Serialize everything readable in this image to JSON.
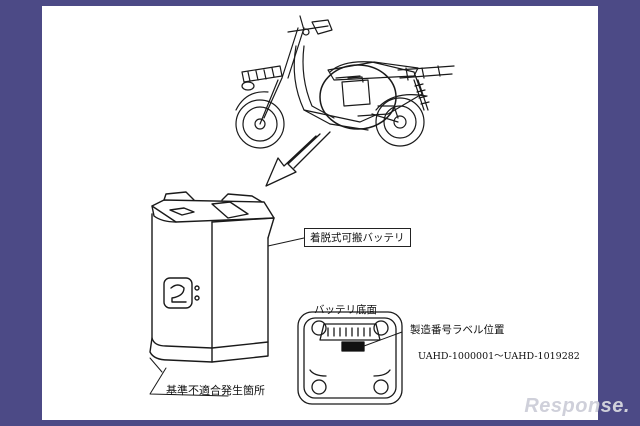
{
  "labels": {
    "battery_name": "着脱式可搬バッテリ",
    "battery_bottom": "バッテリ底面",
    "serial_label_position": "製造番号ラベル位置",
    "serial_range": "UAHD-1000001～UAHD-1019282",
    "defect_location": "基準不適合発生箇所"
  },
  "watermark": "Response."
}
